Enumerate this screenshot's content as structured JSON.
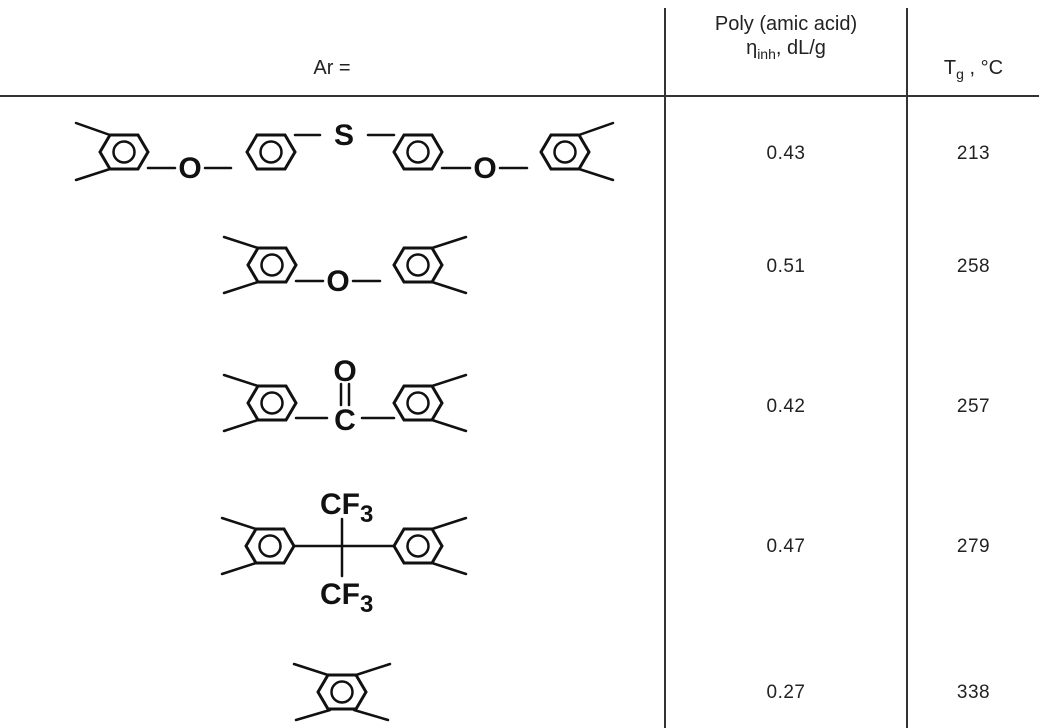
{
  "header": {
    "ar_label": "Ar =",
    "visc_line1": "Poly (amic acid)",
    "visc_symbol": "η",
    "visc_subscript": "inh",
    "visc_unit": ", dL/g",
    "tg_symbol": "T",
    "tg_subscript": "g",
    "tg_unit": " , °C"
  },
  "rows": [
    {
      "structure_atoms": [
        "O",
        "S",
        "O"
      ],
      "viscosity": "0.43",
      "tg": "213"
    },
    {
      "structure_atoms": [
        "O"
      ],
      "viscosity": "0.51",
      "tg": "258"
    },
    {
      "structure_atoms": [
        "O",
        "C"
      ],
      "viscosity": "0.42",
      "tg": "257"
    },
    {
      "structure_atoms": [
        "CF",
        "3",
        "CF",
        "3"
      ],
      "viscosity": "0.47",
      "tg": "279"
    },
    {
      "structure_atoms": [],
      "viscosity": "0.27",
      "tg": "338"
    }
  ]
}
